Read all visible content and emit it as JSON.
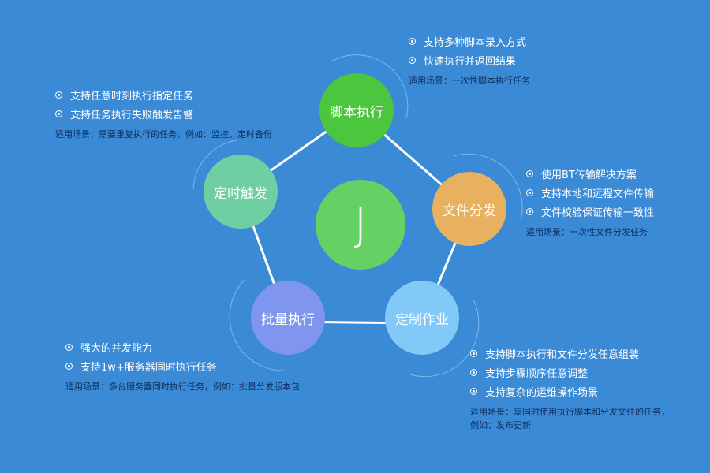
{
  "center": {
    "label": "J"
  },
  "nodes": [
    {
      "label": "脚本执行",
      "color": "#4cc63f"
    },
    {
      "label": "文件分发",
      "color": "#e8b15f"
    },
    {
      "label": "定制作业",
      "color": "#82c9f7"
    },
    {
      "label": "批量执行",
      "color": "#7f95ee"
    },
    {
      "label": "定时触发",
      "color": "#6fcfa3"
    }
  ],
  "blocks": [
    {
      "bullets": [
        "支持多种脚本录入方式",
        "快速执行并返回结果"
      ],
      "scene": "适用场景：一次性脚本执行任务"
    },
    {
      "bullets": [
        "使用BT传输解决方案",
        "支持本地和远程文件传输",
        "文件校验保证传输一致性"
      ],
      "scene": "适用场景：一次性文件分发任务"
    },
    {
      "bullets": [
        "支持脚本执行和文件分发任意组装",
        "支持步骤顺序任意调整",
        "支持复杂的运维操作场景"
      ],
      "scene": "适用场景：需同时使用执行脚本和分发文件的任务，",
      "scene2": "例如：发布更新"
    },
    {
      "bullets": [
        "强大的并发能力",
        "支持1w+服务器同时执行任务"
      ],
      "scene": "适用场景：多台服务器同时执行任务，例如：批量分发版本包"
    },
    {
      "bullets": [
        "支持任意时刻执行指定任务",
        "支持任务执行失败触发告警"
      ],
      "scene": "适用场景：需要重复执行的任务，例如：监控、定时备份"
    }
  ]
}
